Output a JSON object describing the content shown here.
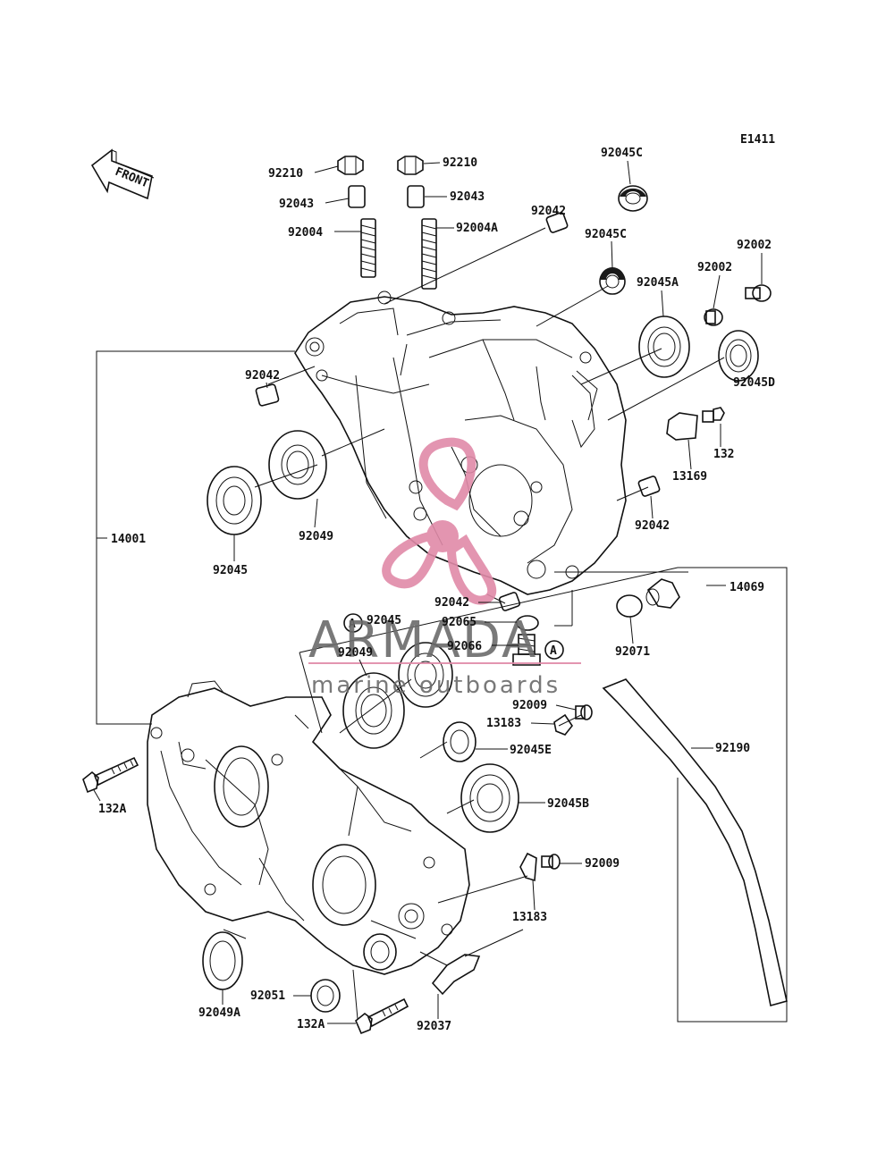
{
  "diagram": {
    "code": "E1411",
    "front_label": "FRONT",
    "ref_a": "A",
    "labels": {
      "l_92210_a": "92210",
      "l_92210_b": "92210",
      "l_92043_a": "92043",
      "l_92043_b": "92043",
      "l_92004": "92004",
      "l_92004A": "92004A",
      "l_92042_top": "92042",
      "l_92045C_top": "92045C",
      "l_92045C_mid": "92045C",
      "l_92002_a": "92002",
      "l_92002_b": "92002",
      "l_92045A": "92045A",
      "l_92045D": "92045D",
      "l_132": "132",
      "l_13169": "13169",
      "l_92042_left": "92042",
      "l_92042_right": "92042",
      "l_92042_center": "92042",
      "l_92049_top": "92049",
      "l_92045_left": "92045",
      "l_14001": "14001",
      "l_14069": "14069",
      "l_92045_center": "92045",
      "l_92065": "92065",
      "l_92066": "92066",
      "l_92049_mid": "92049",
      "l_92071": "92071",
      "l_92009_a": "92009",
      "l_13183_a": "13183",
      "l_92045E": "92045E",
      "l_92190": "92190",
      "l_132A_a": "132A",
      "l_92045B": "92045B",
      "l_92009_b": "92009",
      "l_13183_b": "13183",
      "l_92049A": "92049A",
      "l_92051": "92051",
      "l_132A_b": "132A",
      "l_92037": "92037"
    }
  },
  "watermark": {
    "brand": "ARMADA",
    "tagline": "marine outboards",
    "logo_color": "#e08aa8"
  }
}
